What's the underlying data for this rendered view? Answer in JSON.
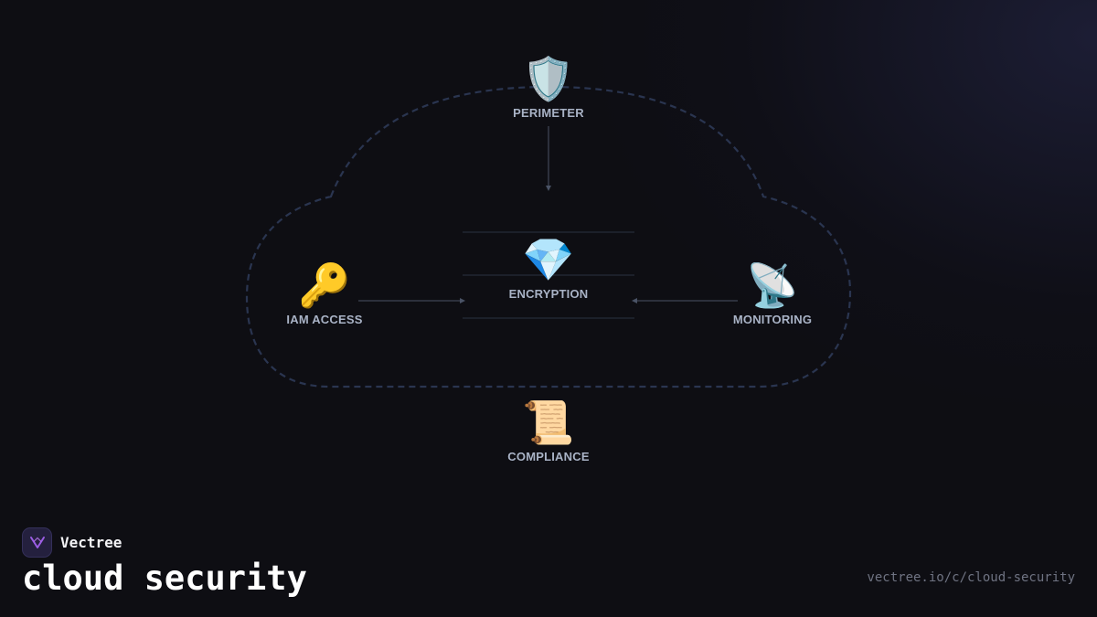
{
  "diagram": {
    "nodes": {
      "perimeter": {
        "label": "PERIMETER",
        "icon": "shield-icon",
        "glyph": "🛡️"
      },
      "encryption": {
        "label": "ENCRYPTION",
        "icon": "gem-icon",
        "glyph": "💎"
      },
      "iam": {
        "label": "IAM ACCESS",
        "icon": "key-icon",
        "glyph": "🔑"
      },
      "monitoring": {
        "label": "MONITORING",
        "icon": "satellite-dish-icon",
        "glyph": "📡"
      },
      "compliance": {
        "label": "COMPLIANCE",
        "icon": "scroll-icon",
        "glyph": "📜"
      }
    },
    "edges": [
      {
        "from": "perimeter",
        "to": "encryption"
      },
      {
        "from": "iam",
        "to": "encryption"
      },
      {
        "from": "monitoring",
        "to": "encryption"
      }
    ],
    "colors": {
      "cloud_outline": "#2a3550",
      "connector": "#4a5366",
      "label": "#a9b3c6"
    }
  },
  "brand": {
    "name": "Vectree",
    "logo_icon": "vectree-logo-icon",
    "accent": "#9b5de5"
  },
  "title": "cloud security",
  "url": "vectree.io/c/cloud-security"
}
